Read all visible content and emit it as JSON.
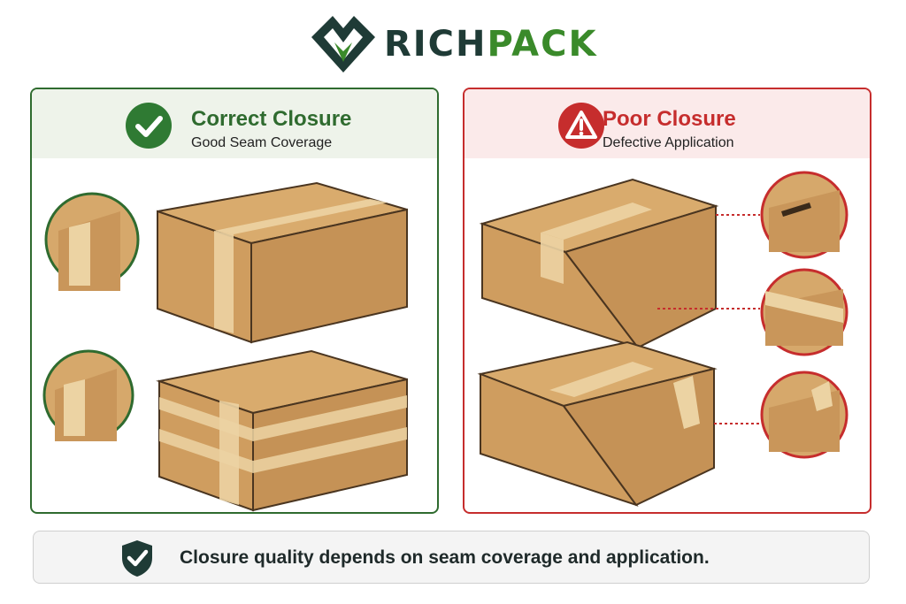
{
  "brand": {
    "part1": "RICH",
    "part2": "PACK",
    "logo_icon": "richpack-logo-icon"
  },
  "correct": {
    "title": "Correct Closure",
    "subtitle": "Good Seam Coverage",
    "icon": "check-circle-icon",
    "color": "#2f6b2f"
  },
  "poor": {
    "title": "Poor Closure",
    "subtitle": "Defective Application",
    "icon": "warning-triangle-icon",
    "color": "#c62d2d"
  },
  "footer": {
    "text": "Closure quality depends on seam coverage and application.",
    "icon": "shield-check-icon"
  }
}
